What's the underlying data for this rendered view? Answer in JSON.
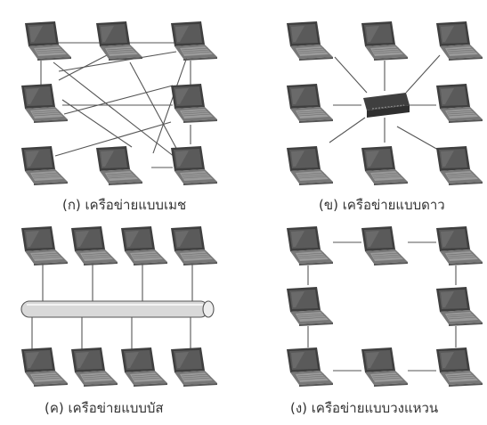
{
  "captions": {
    "mesh": "(ก) เครือข่ายแบบเมช",
    "star": "(ข) เครือข่ายแบบดาว",
    "bus": "(ค) เครือข่ายแบบบัส",
    "ring": "(ง) เครือข่ายแบบวงแหวน"
  },
  "colors": {
    "line": "#555555",
    "laptop_body": "#6b6b6b",
    "laptop_screen": "#4a4a4a",
    "laptop_keys": "#9a9a9a",
    "bus_pipe": "#d9d9d9",
    "hub": "#3f3f3f"
  },
  "icons": {
    "computer": "laptop-icon",
    "hub": "switch-icon",
    "bus": "bus-cable"
  }
}
